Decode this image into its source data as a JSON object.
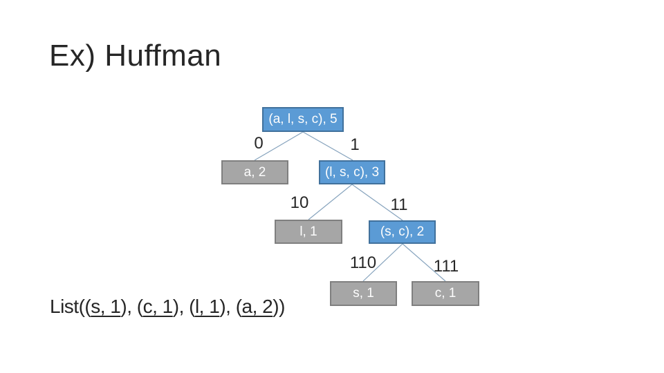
{
  "slide": {
    "title": "Ex) Huffman",
    "colors": {
      "background": "#ffffff",
      "internal_node_fill": "#5B9BD5",
      "internal_node_border": "#41719C",
      "leaf_node_fill": "#A6A6A6",
      "leaf_node_border": "#7F7F7F",
      "edge_line": "#86A3BD",
      "text_dark": "#262626",
      "node_text": "#FDFDFD"
    },
    "tree": {
      "nodes": [
        {
          "id": "root",
          "label": "(a, l, s, c), 5",
          "style": "blue"
        },
        {
          "id": "a",
          "label": "a, 2",
          "style": "gray"
        },
        {
          "id": "lsc",
          "label": "(l, s, c), 3",
          "style": "blue"
        },
        {
          "id": "l",
          "label": "l, 1",
          "style": "gray"
        },
        {
          "id": "sc",
          "label": "(s, c), 2",
          "style": "blue"
        },
        {
          "id": "s",
          "label": "s, 1",
          "style": "gray"
        },
        {
          "id": "c",
          "label": "c, 1",
          "style": "gray"
        }
      ],
      "edges": [
        {
          "from": "root",
          "to": "a",
          "label": "0"
        },
        {
          "from": "root",
          "to": "lsc",
          "label": "1"
        },
        {
          "from": "lsc",
          "to": "l",
          "label": "10"
        },
        {
          "from": "lsc",
          "to": "sc",
          "label": "11"
        },
        {
          "from": "sc",
          "to": "s",
          "label": "110"
        },
        {
          "from": "sc",
          "to": "c",
          "label": "111"
        }
      ]
    },
    "footer": {
      "prefix": "List(",
      "separator": ", ",
      "pairs": [
        {
          "open": "(",
          "text": "s, 1",
          "close": ")"
        },
        {
          "open": "(",
          "text": "c, 1",
          "close": ")"
        },
        {
          "open": "(",
          "text": "l, 1",
          "close": ")"
        },
        {
          "open": "(",
          "text": "a, 2",
          "close": ")"
        }
      ],
      "suffix": ")"
    }
  }
}
